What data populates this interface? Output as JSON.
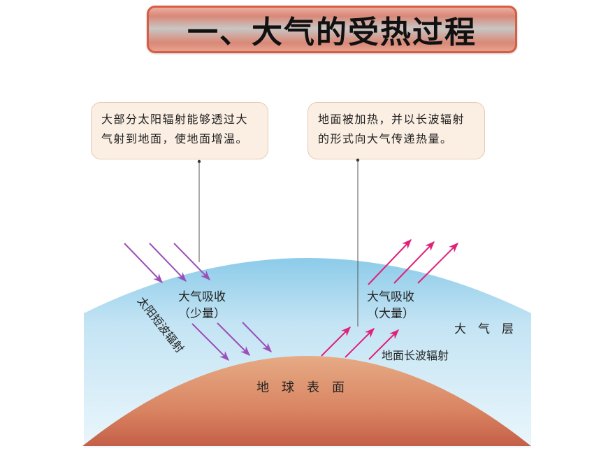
{
  "title": "一、大气的受热过程",
  "callouts": {
    "left": {
      "line1": "大部分太阳辐射能够透过大",
      "line2": "气射到地面，使地面增温。"
    },
    "right": {
      "line1": "地面被加热，并以长波辐射",
      "line2": "的形式向大气传递热量。"
    }
  },
  "labels": {
    "absorb_left_1": "大气吸收",
    "absorb_left_2": "（少量）",
    "absorb_right_1": "大气吸收",
    "absorb_right_2": "（大量）",
    "solar_radiation": "太阳短波辐射",
    "ground_radiation": "地面长波辐射",
    "atmosphere": "大　气　层",
    "surface": "地　球　表　面"
  },
  "colors": {
    "solar_arrow": "#9b4fb8",
    "ground_arrow": "#e0207a",
    "atmosphere_top": "#d9eef8",
    "atmosphere_bottom": "#8ccbe9",
    "earth_top": "#e4a37d",
    "earth_bottom": "#c8614a",
    "callout_bg": "#fbeee3",
    "title_border": "#d65e45"
  }
}
